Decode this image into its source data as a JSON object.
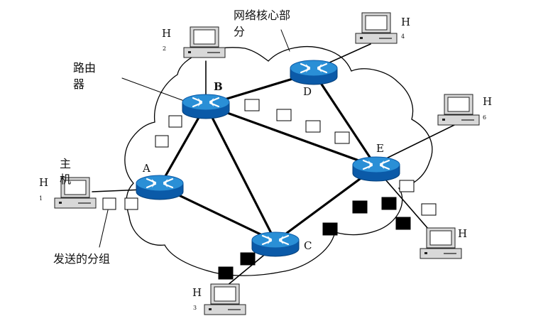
{
  "labels": {
    "core_line1": "网络核心部",
    "core_line2": "分",
    "router_line1": "路由",
    "router_line2": "器",
    "host_line1": "主",
    "host_line2": "机",
    "packets": "发送的分组"
  },
  "nodes": {
    "A": "A",
    "B": "B",
    "C": "C",
    "D": "D",
    "E": "E"
  },
  "hosts": [
    {
      "letter": "H",
      "sub": "1"
    },
    {
      "letter": "H",
      "sub": "2"
    },
    {
      "letter": "H",
      "sub": "3"
    },
    {
      "letter": "H",
      "sub": "4"
    },
    {
      "letter": "H",
      "sub": "6"
    },
    {
      "letter": "H",
      "sub": ""
    }
  ],
  "colors": {
    "router_top": "#2a8fd6",
    "router_side": "#0b5aa8",
    "packet_filled": "#000000",
    "packet_empty": "#ffffff",
    "host_body": "#d8d8d8",
    "line": "#000000"
  }
}
